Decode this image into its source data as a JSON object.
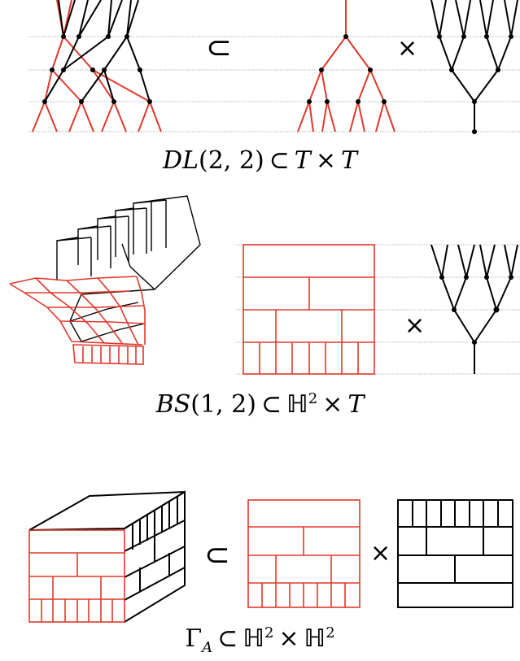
{
  "captions": {
    "row1": {
      "group": "DL",
      "args": "(2, 2)",
      "subset": "⊂",
      "space_a": "T",
      "times": "×",
      "space_b": "T"
    },
    "row2": {
      "group": "BS",
      "args": "(1, 2)",
      "subset": "⊂",
      "space_a": "ℍ",
      "space_a_exp": "2",
      "times": "×",
      "space_b": "T"
    },
    "row3": {
      "group": "Γ",
      "group_sub": "A",
      "subset": "⊂",
      "space_a": "ℍ",
      "space_a_exp": "2",
      "times": "×",
      "space_b": "ℍ",
      "space_b_exp": "2"
    }
  },
  "symbols": {
    "subset": "⊂",
    "times": "×"
  },
  "colors": {
    "red": "#e0382b",
    "black": "#000000",
    "guide": "#9a9a9a"
  }
}
